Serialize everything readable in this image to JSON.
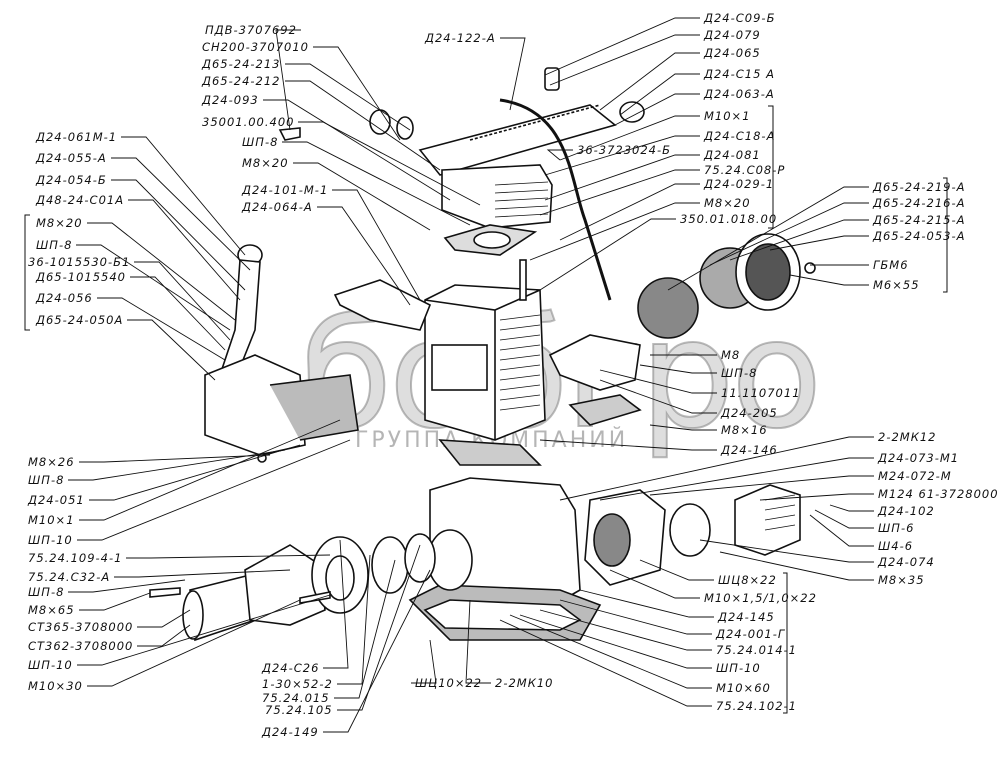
{
  "labels": [
    "ПДВ-3707692",
    "СН200-3707010",
    "Д65-24-213",
    "Д65-24-212",
    "Д24-093",
    "35001.00.400",
    "ШП-8",
    "М8×20",
    "Д24-101-М-1",
    "Д24-064-А",
    "Д24-122-А",
    "Д24-061М-1",
    "Д24-055-А",
    "Д24-054-Б",
    "Д48-24-С01А",
    "М8×20",
    "ШП-8",
    "36-1015530-Б1",
    "Д65-1015540",
    "Д24-056",
    "Д65-24-050А",
    "Д24-С09-Б",
    "Д24-079",
    "Д24-065",
    "Д24-С15 А",
    "Д24-063-А",
    "М10×1",
    "Д24-С18-А",
    "Д24-081",
    "75.24.С08-Р",
    "Д24-029-1",
    "М8×20",
    "350.01.018.00",
    "36-3723024-Б",
    "Д65-24-219-А",
    "Д65-24-216-А",
    "Д65-24-215-А",
    "Д65-24-053-А",
    "ГБМ6",
    "М6×55",
    "М8",
    "ШП-8",
    "11.1107011",
    "Д24-205",
    "М8×16",
    "Д24-146",
    "2-2МК12",
    "Д24-073-М1",
    "М24-072-М",
    "М124 61-3728000",
    "Д24-102",
    "ШП-6",
    "Ш4-6",
    "Д24-074",
    "М8×35",
    "ШЦ8×22",
    "М10×1,5/1,0×22",
    "Д24-145",
    "Д24-001-Г",
    "75.24.014-1",
    "ШП-10",
    "М10×60",
    "75.24.102-1",
    "ШЦ10×22",
    "2-2МК10",
    "М8×26",
    "ШП-8",
    "Д24-051",
    "М10×1",
    "ШП-10",
    "75.24.109-4-1",
    "75.24.С32-А",
    "ШП-8",
    "М8×65",
    "СТ365-3708000",
    "СТ362-3708000",
    "ШП-10",
    "М10×30",
    "Д24-С26",
    "1-30×52-2",
    "75.24.015",
    "75.24.105",
    "Д24-149"
  ],
  "watermark": {
    "logo": "бобгро",
    "tagline": "ГРУППА КОМПАНИЙ"
  },
  "colors": {
    "ink": "#111111",
    "watermark": "#aaaaaa"
  }
}
